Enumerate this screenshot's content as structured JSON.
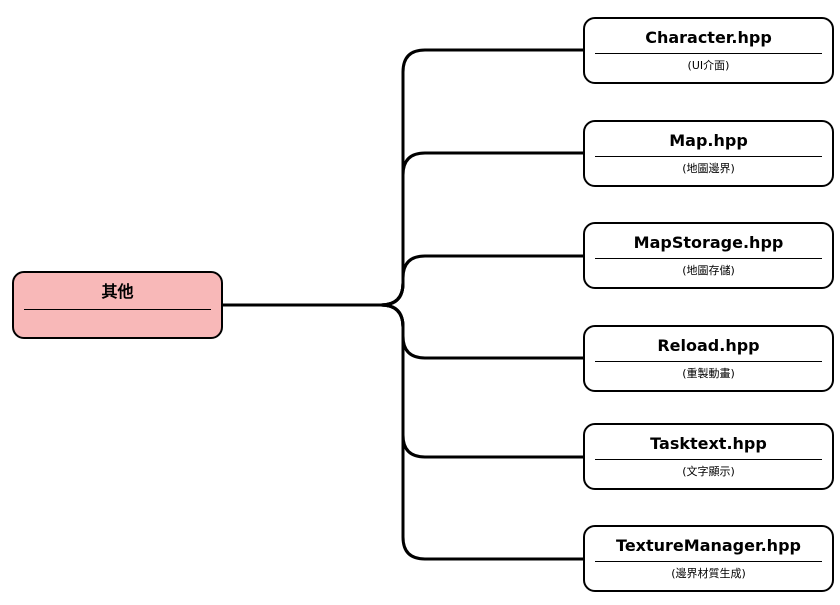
{
  "colors": {
    "root_fill": "#f8b8b8",
    "leaf_fill": "#ffffff",
    "stroke": "#000000"
  },
  "root": {
    "title": "其他"
  },
  "children": [
    {
      "title": "Character.hpp",
      "subtitle": "(UI介面)"
    },
    {
      "title": "Map.hpp",
      "subtitle": "(地圖邊界)"
    },
    {
      "title": "MapStorage.hpp",
      "subtitle": "(地圖存儲)"
    },
    {
      "title": "Reload.hpp",
      "subtitle": "(重製動畫)"
    },
    {
      "title": "Tasktext.hpp",
      "subtitle": "(文字顯示)"
    },
    {
      "title": "TextureManager.hpp",
      "subtitle": "(邊界材質生成)"
    }
  ]
}
